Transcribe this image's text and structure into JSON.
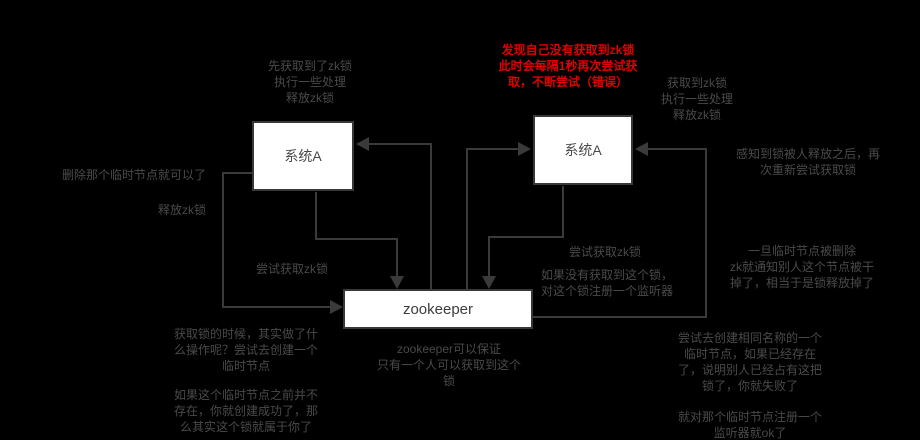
{
  "diagram": {
    "title": "zookeeper distributed lock flow",
    "colors": {
      "background": "#000000",
      "line_gray": "#3a3a3a",
      "annotation_gray": "#4a4a4a",
      "warning_red": "#e00000",
      "node_fill": "#ffffff",
      "node_border": "#383838"
    },
    "nodes": [
      {
        "id": "system-a-left",
        "label": "系统A"
      },
      {
        "id": "system-a-right",
        "label": "系统A"
      },
      {
        "id": "zookeeper",
        "label": "zookeeper"
      }
    ],
    "annotations": [
      {
        "id": "acquired-first",
        "tone": "gray",
        "text": "先获取到了zk锁\n执行一些处理\n释放zk锁"
      },
      {
        "id": "retry-wrong",
        "tone": "warning",
        "text": "发现自己没有获取到zk锁\n此时会每隔1秒再次尝试获\n取，不断尝试（错误）"
      },
      {
        "id": "acquired-then-release",
        "tone": "gray",
        "text": "获取到zk锁\n执行一些处理\n释放zk锁"
      },
      {
        "id": "notified-retry",
        "tone": "gray",
        "text": "感知到锁被人释放之后，再\n次重新尝试获取锁"
      },
      {
        "id": "delete-node",
        "tone": "gray",
        "text": "删除那个临时节点就可以了"
      },
      {
        "id": "release-lock",
        "tone": "gray",
        "text": "释放zk锁"
      },
      {
        "id": "try-acquire-left",
        "tone": "gray",
        "text": "尝试获取zk锁"
      },
      {
        "id": "try-acquire-right",
        "tone": "gray",
        "text": "尝试获取zk锁"
      },
      {
        "id": "register-listener",
        "tone": "gray",
        "text": "如果没有获取到这个锁，\n对这个锁注册一个监听器"
      },
      {
        "id": "node-deleted-notify",
        "tone": "gray",
        "text": "一旦临时节点被删除\nzk就通知别人这个节点被干\n掉了，相当于是锁释放掉了"
      },
      {
        "id": "create-ephemeral-node",
        "tone": "gray",
        "text": "获取锁的时候，其实做了什\n么操作呢？尝试去创建一个\n临时节点"
      },
      {
        "id": "create-success-own-lock",
        "tone": "gray",
        "text": "如果这个临时节点之前并不\n存在，你就创建成功了，那\n么其实这个锁就属于你了"
      },
      {
        "id": "zk-guarantee",
        "tone": "gray",
        "text": "zookeeper可以保证\n只有一个人可以获取到这个\n锁"
      },
      {
        "id": "create-same-name-fail",
        "tone": "gray",
        "text": "尝试去创建相同名称的一个\n临时节点，如果已经存在\n了，说明别人已经占有这把\n锁了，你就失败了"
      },
      {
        "id": "listen-on-node",
        "tone": "gray",
        "text": "就对那个临时节点注册一个\n监听器就ok了"
      }
    ]
  }
}
